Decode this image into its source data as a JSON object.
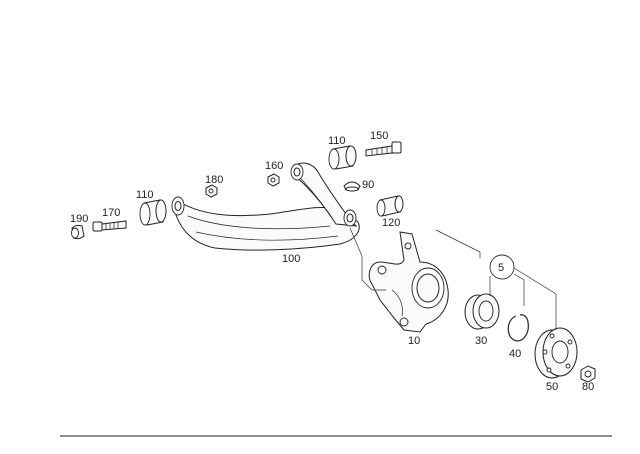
{
  "diagram": {
    "callouts": {
      "c190": "190",
      "c170": "170",
      "c110a": "110",
      "c180": "180",
      "c160": "160",
      "c110b": "110",
      "c150": "150",
      "c90": "90",
      "c120": "120",
      "c100": "100",
      "c5": "5",
      "c10": "10",
      "c30": "30",
      "c40": "40",
      "c50": "50",
      "c80": "80"
    }
  }
}
